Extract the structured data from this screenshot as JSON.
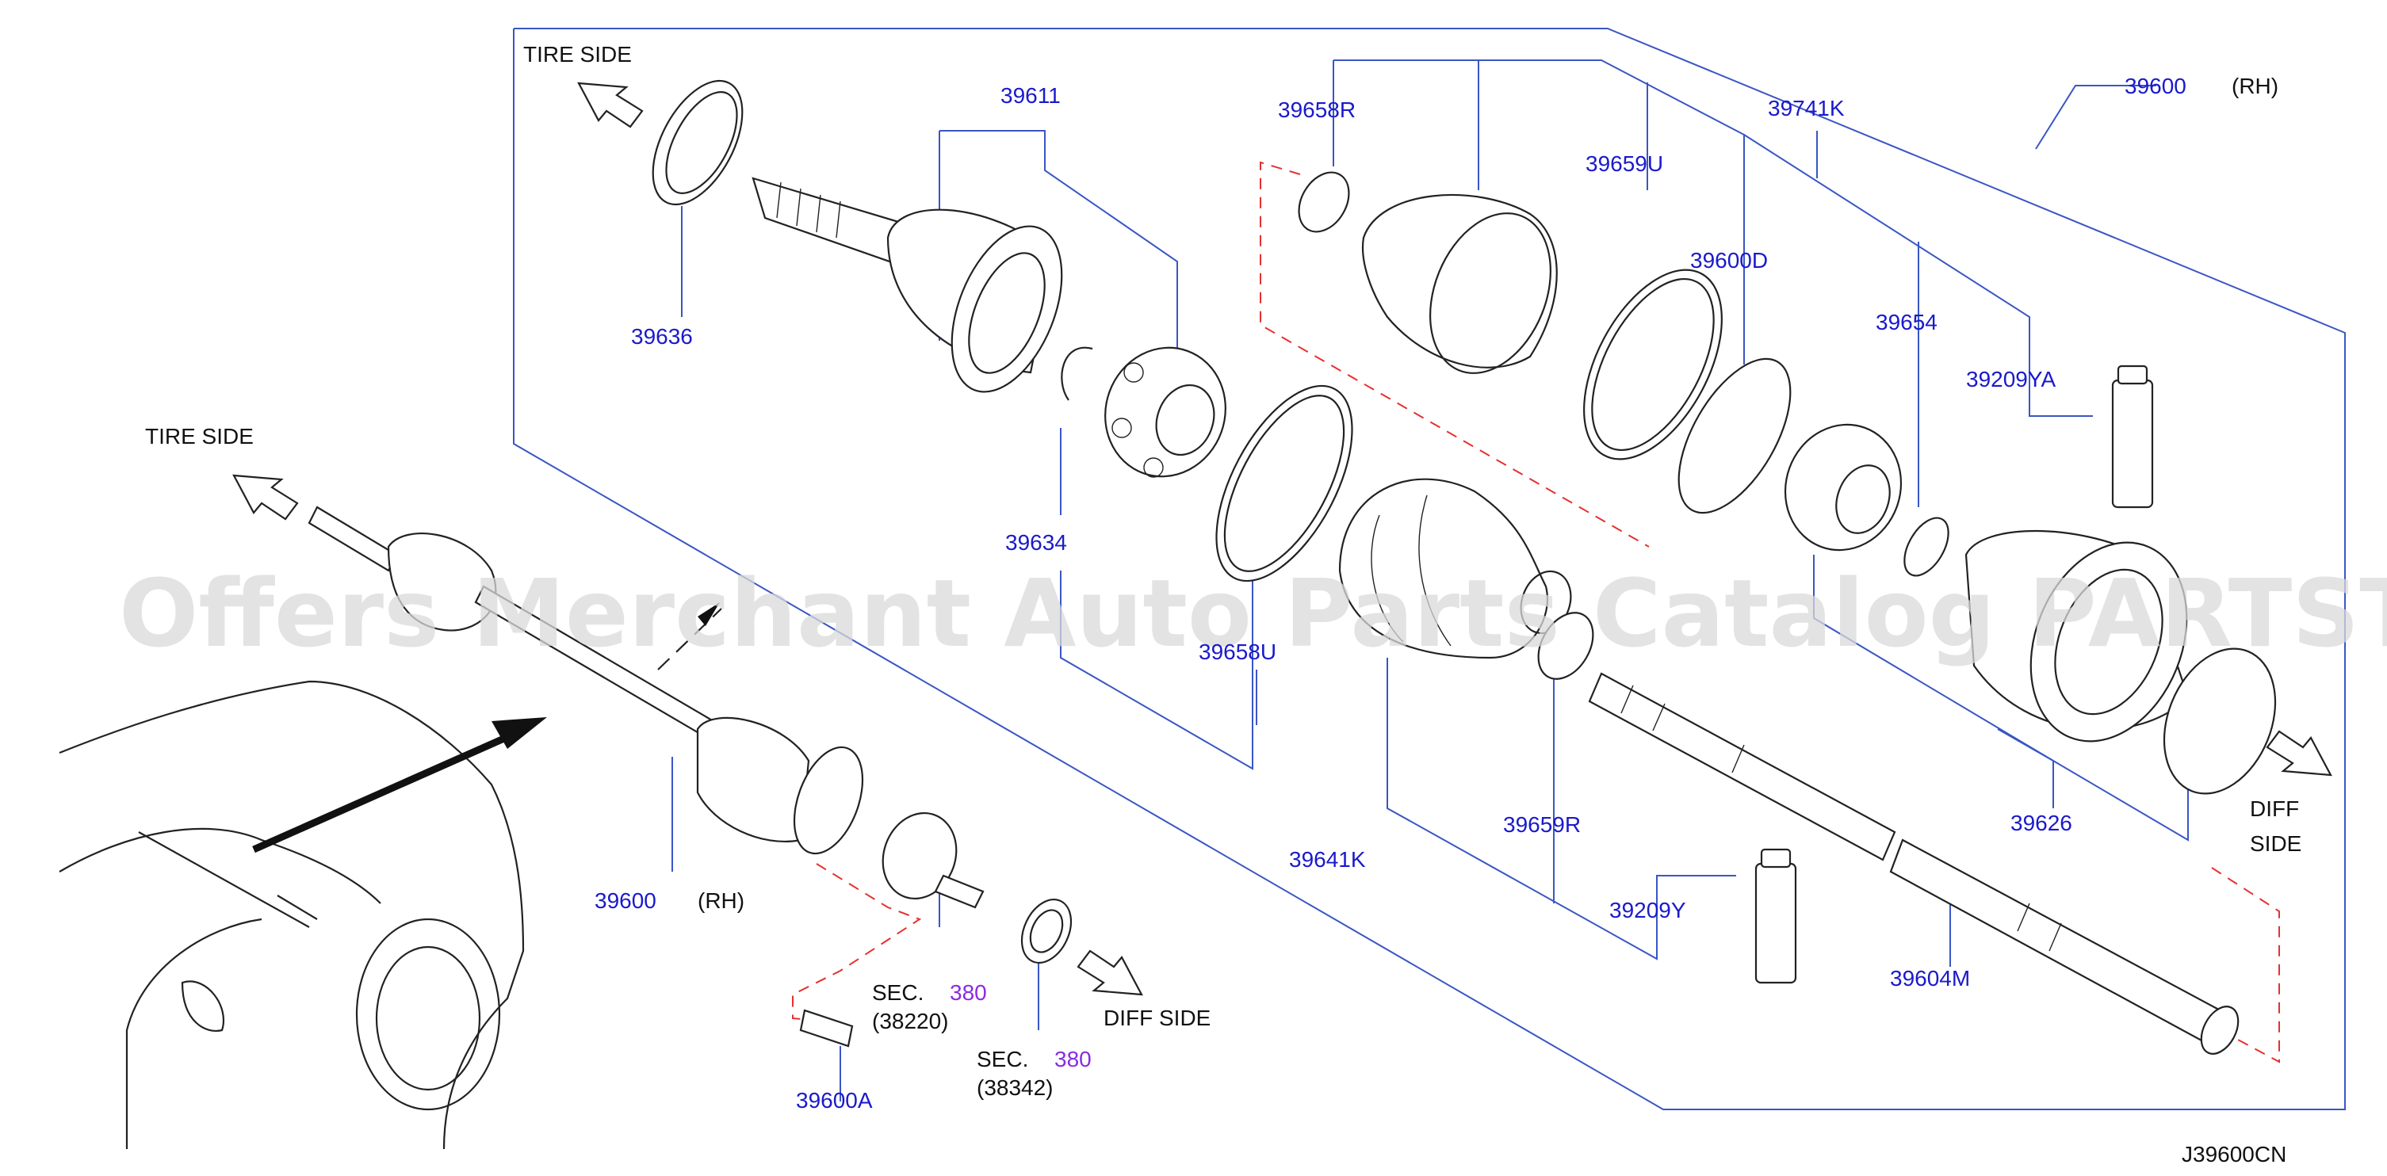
{
  "watermark": "Offers Merchant Auto Parts Catalog PARTSTORE.SA",
  "diagram_code": "J39600CN",
  "side_labels": {
    "tire_side_top": "TIRE  SIDE",
    "tire_side_left": "TIRE  SIDE",
    "diff_side_bottom": "DIFF  SIDE",
    "diff_side_right_line1": "DIFF",
    "diff_side_right_line2": "SIDE"
  },
  "parts": {
    "p39600_top": "39600",
    "rh_top": "(RH)",
    "p39600_bottom": "39600",
    "rh_bottom": "(RH)",
    "p39611": "39611",
    "p39636": "39636",
    "p39634": "39634",
    "p39658R": "39658R",
    "p39659U": "39659U",
    "p39741K": "39741K",
    "p39600D": "39600D",
    "p39654": "39654",
    "p39209YA": "39209YA",
    "p39658U": "39658U",
    "p39641K": "39641K",
    "p39659R": "39659R",
    "p39626": "39626",
    "p39209Y": "39209Y",
    "p39604M": "39604M",
    "p39600A": "39600A"
  },
  "sections": {
    "sec1_prefix": "SEC.",
    "sec1_num": "380",
    "sec1_ref": "(38220)",
    "sec2_prefix": "SEC.",
    "sec2_num": "380",
    "sec2_ref": "(38342)"
  },
  "colors": {
    "part_number": "#1a1acc",
    "leader_line": "#3a56c4",
    "dashed_line": "#e53030",
    "section_number": "#8a2be2"
  }
}
